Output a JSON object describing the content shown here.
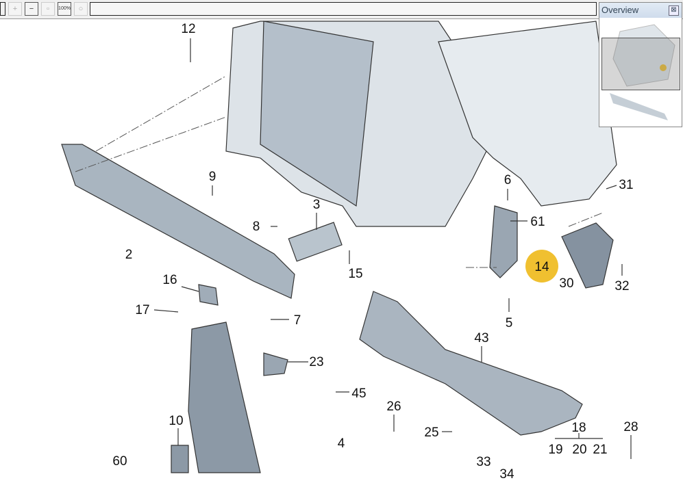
{
  "toolbar": {
    "buttons": [
      {
        "name": "zoom-in",
        "label": "+"
      },
      {
        "name": "zoom-out",
        "label": "−"
      },
      {
        "name": "zoom-area",
        "label": "▫"
      },
      {
        "name": "zoom-100",
        "label": "100%"
      },
      {
        "name": "zoom-fit",
        "label": "○"
      }
    ],
    "address": ""
  },
  "overview": {
    "title": "Overview",
    "close": "⊠"
  },
  "callouts": [
    "12",
    "9",
    "2",
    "8",
    "3",
    "15",
    "16",
    "17",
    "7",
    "23",
    "45",
    "10",
    "60",
    "26",
    "25",
    "4",
    "33",
    "43",
    "6",
    "61",
    "14",
    "5",
    "31",
    "30",
    "32",
    "18",
    "19",
    "20",
    "21",
    "28",
    "34"
  ],
  "highlight": {
    "label": "14",
    "color": "#f0c030"
  }
}
